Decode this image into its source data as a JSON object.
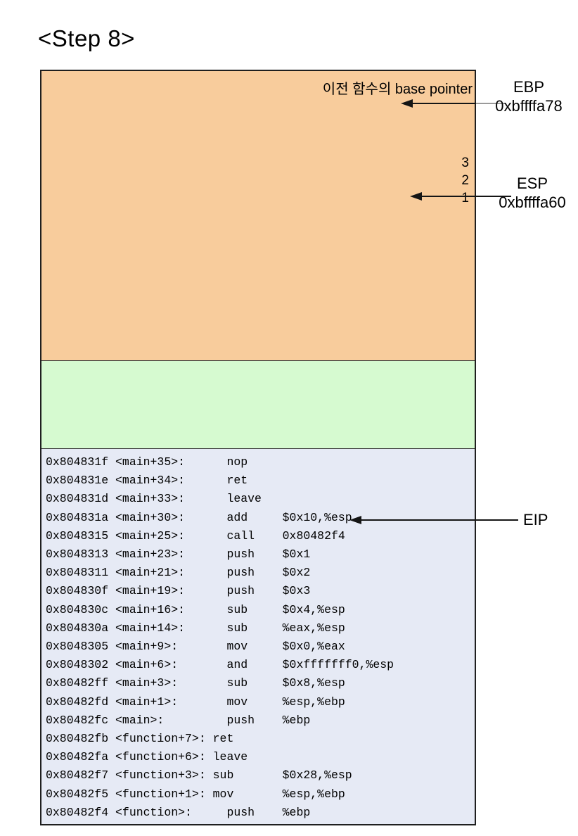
{
  "title": "<Step 8>",
  "colors": {
    "prev_frame_bg": "#F8CC9C",
    "empty_section_bg": "#D6FAD0",
    "disassembly_bg": "#E6EAF5",
    "box_border": "#1f1f1f",
    "arrow": "#151515"
  },
  "stack": {
    "prev_frame_label": "이전 함수의 base pointer",
    "push_order": [
      "3",
      "2",
      "1"
    ]
  },
  "registers": {
    "ebp": {
      "name": "EBP",
      "value": "0xbffffa78"
    },
    "esp": {
      "name": "ESP",
      "value": "0xbffffa60"
    },
    "eip": {
      "name": "EIP"
    }
  },
  "disassembly": {
    "lines": [
      "0x804831f <main+35>:      nop",
      "0x804831e <main+34>:      ret",
      "0x804831d <main+33>:      leave",
      "0x804831a <main+30>:      add     $0x10,%esp",
      "0x8048315 <main+25>:      call    0x80482f4",
      "0x8048313 <main+23>:      push    $0x1",
      "0x8048311 <main+21>:      push    $0x2",
      "0x804830f <main+19>:      push    $0x3",
      "0x804830c <main+16>:      sub     $0x4,%esp",
      "0x804830a <main+14>:      sub     %eax,%esp",
      "0x8048305 <main+9>:       mov     $0x0,%eax",
      "0x8048302 <main+6>:       and     $0xfffffff0,%esp",
      "0x80482ff <main+3>:       sub     $0x8,%esp",
      "0x80482fd <main+1>:       mov     %esp,%ebp",
      "0x80482fc <main>:         push    %ebp",
      "0x80482fb <function+7>: ret",
      "0x80482fa <function+6>: leave",
      "0x80482f7 <function+3>: sub       $0x28,%esp",
      "0x80482f5 <function+1>: mov       %esp,%ebp",
      "0x80482f4 <function>:     push    %ebp"
    ]
  }
}
